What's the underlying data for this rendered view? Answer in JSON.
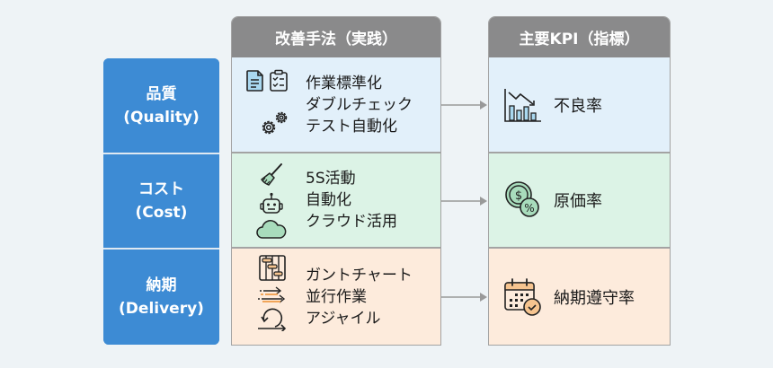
{
  "headers": {
    "methods": "改善手法（実践）",
    "kpis": "主要KPI（指標）"
  },
  "rows": [
    {
      "category": {
        "ja": "品質",
        "en": "(Quality)"
      },
      "methods": [
        "作業標準化",
        "ダブルチェック",
        "テスト自動化"
      ],
      "method_icons": [
        "document-icon",
        "checklist-icon",
        "gears-icon"
      ],
      "kpi": "不良率",
      "kpi_icon": "declining-bar-chart-icon",
      "color": "#e2f0fa"
    },
    {
      "category": {
        "ja": "コスト",
        "en": "(Cost)"
      },
      "methods": [
        "5S活動",
        "自動化",
        "クラウド活用"
      ],
      "method_icons": [
        "broom-icon",
        "robot-icon",
        "cloud-icon"
      ],
      "kpi": "原価率",
      "kpi_icon": "coin-percent-icon",
      "color": "#dcf3e6"
    },
    {
      "category": {
        "ja": "納期",
        "en": "(Delivery)"
      },
      "methods": [
        "ガントチャート",
        "並行作業",
        "アジャイル"
      ],
      "method_icons": [
        "gantt-chart-icon",
        "parallel-arrows-icon",
        "agile-loop-icon"
      ],
      "kpi": "納期遵守率",
      "kpi_icon": "calendar-check-icon",
      "color": "#fdebdc"
    }
  ],
  "colors": {
    "category_blue": "#3d8bd4",
    "header_gray": "#8a8a8b",
    "connector_gray": "#999999"
  }
}
